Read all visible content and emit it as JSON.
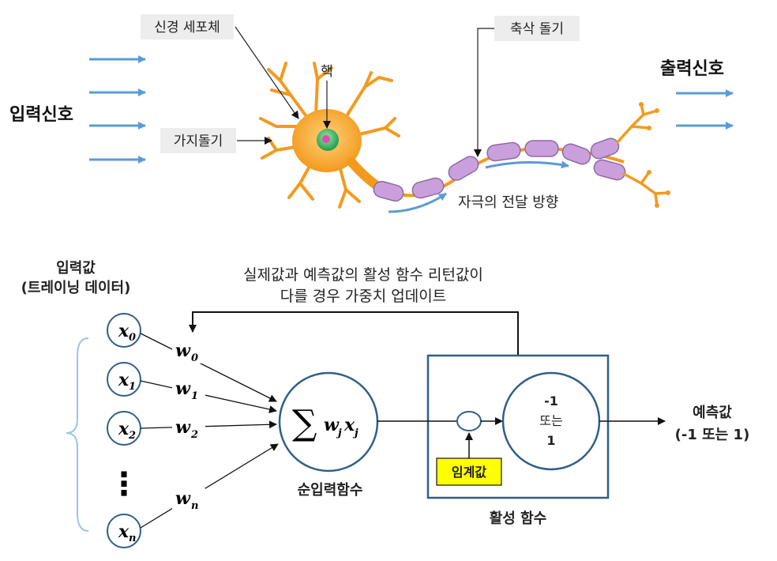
{
  "neuron": {
    "input_signal": "입력신호",
    "output_signal": "출력신호",
    "cell_body": "신경 세포체",
    "nucleus": "핵",
    "dendrite": "가지돌기",
    "axon_terminal": "축삭 돌기",
    "stimulus_direction": "자극의 전달 방향"
  },
  "perceptron": {
    "input_title_1": "입력값",
    "input_title_2": "(트레이닝 데이터)",
    "feedback_line_1": "실제값과 예측값의 활성 함수 리턴값이",
    "feedback_line_2": "다를 경우 가중치 업데이트",
    "inputs": [
      {
        "var": "x",
        "sub": "0"
      },
      {
        "var": "x",
        "sub": "1"
      },
      {
        "var": "x",
        "sub": "2"
      },
      {
        "var": "x",
        "sub": "n"
      }
    ],
    "weights": [
      {
        "var": "w",
        "sub": "0"
      },
      {
        "var": "w",
        "sub": "1"
      },
      {
        "var": "w",
        "sub": "2"
      },
      {
        "var": "w",
        "sub": "n"
      }
    ],
    "ellipsis": "⋮",
    "sum_symbol": "∑",
    "sum_term_w": "w",
    "sum_term_j1": "j",
    "sum_term_x": "x",
    "sum_term_j2": "j",
    "net_input_label": "순입력함수",
    "threshold_label": "임계값",
    "activation_out_1": "-1",
    "activation_out_2": "또는",
    "activation_out_3": "1",
    "activation_label": "활성 함수",
    "prediction_1": "예측값",
    "prediction_2": "(-1 또는 1)"
  },
  "colors": {
    "arrow_blue": "#5b9bd5",
    "cell_orange": "#f5a623",
    "myelin_purple": "#c9a0dc",
    "node_border": "#2f5f8a",
    "threshold_fill": "#ffff00"
  }
}
